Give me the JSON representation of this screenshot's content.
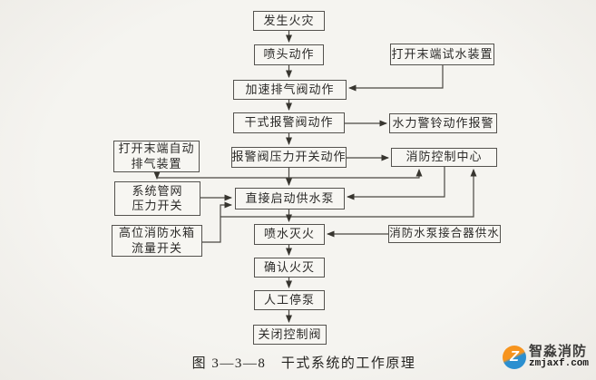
{
  "page": {
    "caption": "图 3—3—8　干式系统的工作原理",
    "background_color": "#f5f4f0",
    "line_color": "#4a4842"
  },
  "flowchart": {
    "nodes": {
      "fire_occurs": {
        "label": "发生火灾"
      },
      "sprinkler_action": {
        "label": "喷头动作"
      },
      "open_test_device": {
        "label": "打开末端试水装置"
      },
      "exhaust_valve": {
        "label": "加速排气阀动作"
      },
      "dry_alarm_valve": {
        "label": "干式报警阀动作"
      },
      "hydraulic_bell": {
        "label": "水力警铃动作报警"
      },
      "pressure_switch": {
        "label": "报警阀压力开关动作"
      },
      "control_center": {
        "label": "消防控制中心"
      },
      "open_auto_exhaust": {
        "line1": "打开末端自动",
        "line2": "排气装置"
      },
      "network_pressure": {
        "line1": "系统管网",
        "line2": "压力开关"
      },
      "tank_flow_switch": {
        "line1": "高位消防水箱",
        "line2": "流量开关"
      },
      "start_pump": {
        "label": "直接启动供水泵"
      },
      "spray_water": {
        "label": "喷水灭火"
      },
      "pump_adapter": {
        "label": "消防水泵接合器供水"
      },
      "confirm_out": {
        "label": "确认火灭"
      },
      "manual_stop": {
        "label": "人工停泵"
      },
      "close_valve": {
        "label": "关闭控制阀"
      }
    },
    "edges": [
      {
        "from": "fire_occurs",
        "to": "sprinkler_action"
      },
      {
        "from": "sprinkler_action",
        "to": "exhaust_valve"
      },
      {
        "from": "open_test_device",
        "to": "exhaust_valve"
      },
      {
        "from": "exhaust_valve",
        "to": "dry_alarm_valve"
      },
      {
        "from": "dry_alarm_valve",
        "to": "hydraulic_bell"
      },
      {
        "from": "dry_alarm_valve",
        "to": "pressure_switch"
      },
      {
        "from": "pressure_switch",
        "to": "control_center"
      },
      {
        "from": "pressure_switch",
        "to": "start_pump"
      },
      {
        "from": "open_auto_exhaust",
        "to": "network_pressure"
      },
      {
        "from": "open_auto_exhaust",
        "to": "control_center"
      },
      {
        "from": "network_pressure",
        "to": "start_pump"
      },
      {
        "from": "tank_flow_switch",
        "to": "start_pump"
      },
      {
        "from": "tank_flow_switch",
        "to": "control_center"
      },
      {
        "from": "control_center",
        "to": "start_pump"
      },
      {
        "from": "start_pump",
        "to": "spray_water"
      },
      {
        "from": "pump_adapter",
        "to": "spray_water"
      },
      {
        "from": "spray_water",
        "to": "confirm_out"
      },
      {
        "from": "confirm_out",
        "to": "manual_stop"
      },
      {
        "from": "manual_stop",
        "to": "close_valve"
      }
    ]
  },
  "watermark": {
    "brand": "智淼消防",
    "domain": "zmjaxf.com",
    "logo_glyph": "Z",
    "colors": {
      "orange": "#f7941e",
      "blue": "#2b8fd0"
    }
  }
}
